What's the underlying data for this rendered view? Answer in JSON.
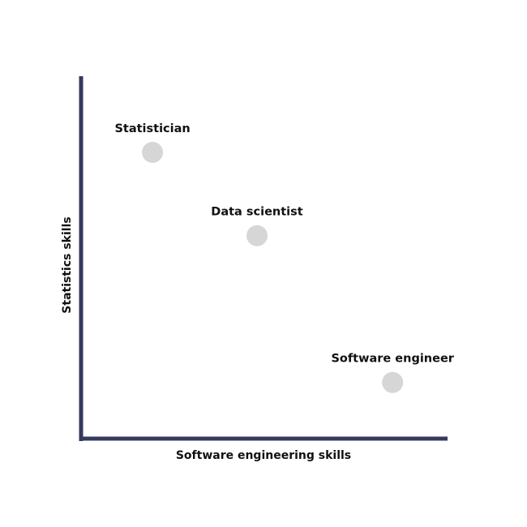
{
  "chart_data": {
    "type": "scatter",
    "xlabel": "Software engineering skills",
    "ylabel": "Statistics skills",
    "xlim": [
      0,
      10
    ],
    "ylim": [
      0,
      10
    ],
    "grid": false,
    "points": [
      {
        "label": "Statistician",
        "x": 1.95,
        "y": 7.9
      },
      {
        "label": "Data scientist",
        "x": 4.8,
        "y": 5.6
      },
      {
        "label": "Software engineer",
        "x": 8.5,
        "y": 1.55
      }
    ],
    "colors": {
      "axis": "#353a5e",
      "point": "#d6d6d6",
      "text": "#111111"
    }
  }
}
